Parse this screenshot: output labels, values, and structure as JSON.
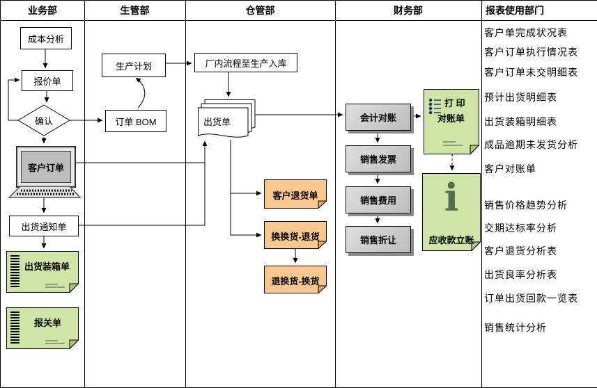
{
  "lanes": [
    {
      "label": "业务部"
    },
    {
      "label": "生管部"
    },
    {
      "label": "仓管部"
    },
    {
      "label": "财务部"
    },
    {
      "label": "报表使用部门"
    }
  ],
  "business": {
    "cost_analysis": "成本分析",
    "quotation": "报价单",
    "confirm": "确认",
    "customer_order": "客户订单",
    "shipping_notice": "出货通知单",
    "packing_list": "出货装箱单",
    "customs_form": "报关单"
  },
  "production": {
    "plan": "生产计划",
    "order_bom": "订单 BOM"
  },
  "warehouse": {
    "factory_process": "厂内流程至生产入库",
    "shipping_order": "出货单",
    "customer_return": "客户退货单",
    "exchange_return": "换换货-退货",
    "return_exchange": "退换货-换货"
  },
  "finance": {
    "reconciliation": "会计对账",
    "sales_invoice": "销售发票",
    "sales_expense": "销售费用",
    "sales_allowance": "销售折让",
    "print_line1": "打 印",
    "print_line2": "对账单",
    "receivable": "应收款立账",
    "info_glyph": "i"
  },
  "reports": {
    "items": [
      "客户单完成状况表",
      "客户订单执行情况表",
      "客户订单未交明细表",
      "预计出货明细表",
      "出货装箱明细表",
      "成品逾期未发货分析",
      "客户对账单",
      "销售价格趋势分析",
      "交期达标率分析",
      "客户退货分析表",
      "出货良率分析表",
      "订单出货回款一览表",
      "销售统计分析"
    ]
  },
  "colors": {
    "note_green": "#cfe5a6",
    "note_green_fold": "#a9c87d",
    "note_orange": "#fcc78c",
    "note_orange_fold": "#e2a55e",
    "box_gray": "#c9c9c9",
    "box_shadow": "#8c8c8c"
  }
}
